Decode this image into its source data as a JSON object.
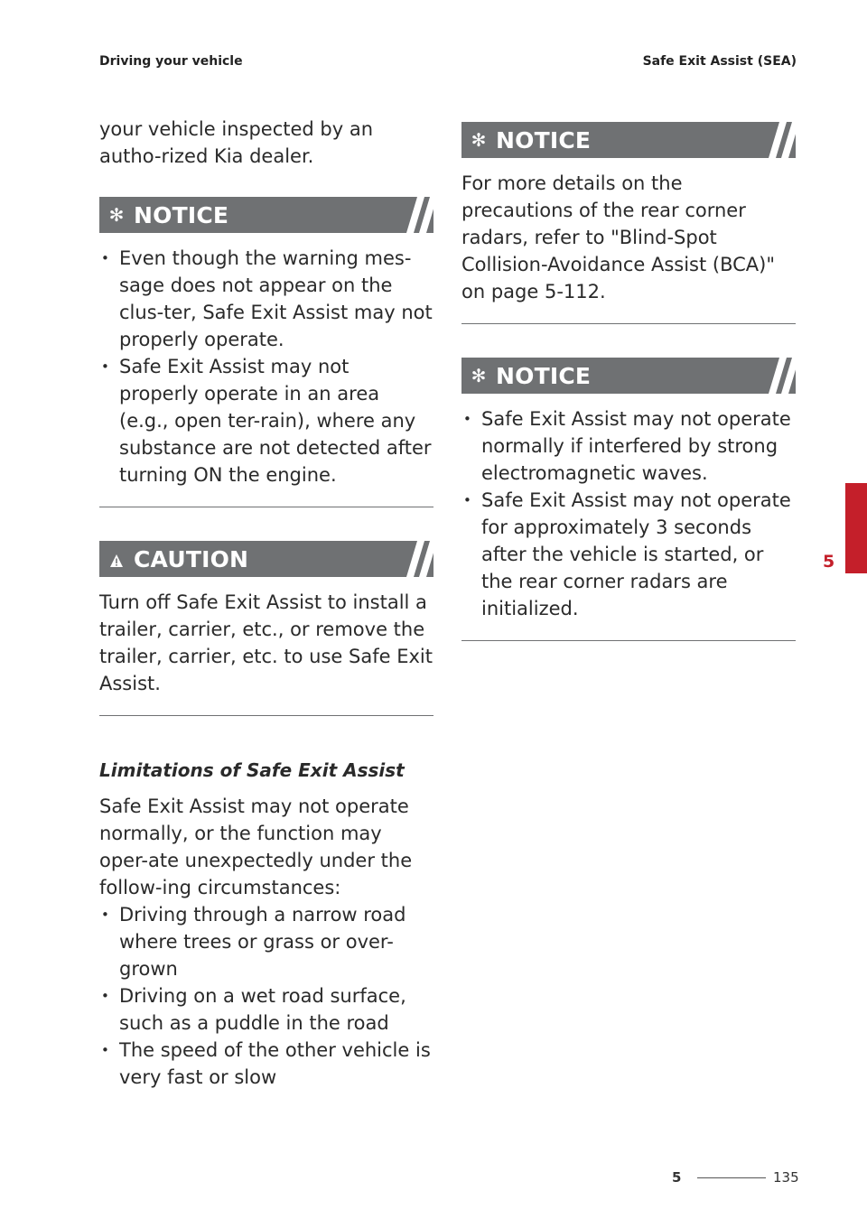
{
  "header": {
    "left": "Driving your vehicle",
    "right": "Safe Exit Assist (SEA)"
  },
  "left_column": {
    "intro": "your vehicle inspected by an autho-rized Kia dealer.",
    "notice1": {
      "label": "NOTICE",
      "bullets": [
        "Even though the warning mes-sage does not appear on the clus-ter, Safe Exit Assist may not properly operate.",
        "Safe Exit Assist may not properly operate in an area (e.g., open ter-rain), where any substance are not detected after turning ON the engine."
      ]
    },
    "caution": {
      "label": "CAUTION",
      "text": "Turn off Safe Exit Assist to install a trailer, carrier, etc., or remove the trailer, carrier, etc. to use Safe Exit Assist."
    },
    "limitations": {
      "title": "Limitations of Safe Exit Assist",
      "text": "Safe Exit Assist may not operate normally, or the function may oper-ate unexpectedly under the follow-ing circumstances:",
      "bullets": [
        "Driving through a narrow road where trees or grass or over-grown",
        "Driving on a wet road surface, such as a puddle in the road",
        "The speed of the other vehicle is very fast or slow"
      ]
    }
  },
  "right_column": {
    "notice2": {
      "label": "NOTICE",
      "text": "For more details on the precautions of the rear corner radars, refer to \"Blind-Spot Collision-Avoidance Assist (BCA)\" on page 5-112."
    },
    "notice3": {
      "label": "NOTICE",
      "bullets": [
        "Safe Exit Assist may not operate normally if interfered by strong electromagnetic waves.",
        "Safe Exit Assist may not operate for approximately 3 seconds after the vehicle is started, or the rear corner radars are initialized."
      ]
    }
  },
  "side_tab": {
    "number": "5",
    "color": "#c41f2a"
  },
  "footer": {
    "chapter": "5",
    "page": "135"
  },
  "colors": {
    "banner": "#6f7173",
    "accent": "#c41f2a"
  },
  "icons": {
    "notice": "asterisk-icon",
    "caution": "warning-triangle-icon"
  }
}
